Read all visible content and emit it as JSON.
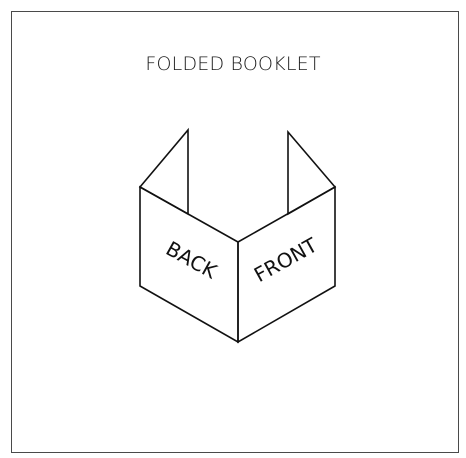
{
  "diagram": {
    "title": "FOLDED BOOKLET",
    "panels": {
      "back_label": "BACK",
      "front_label": "FRONT"
    },
    "stroke_color": "#111111",
    "frame_color": "#4a4a4a"
  }
}
